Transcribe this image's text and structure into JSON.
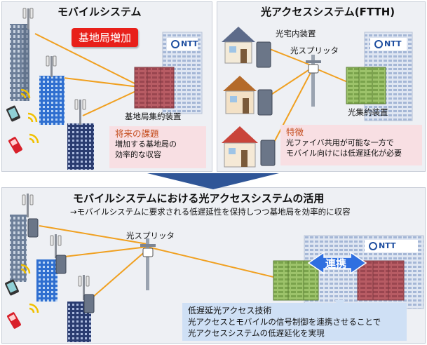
{
  "mobile": {
    "title": "モバイルシステム",
    "badge": "基地局増加",
    "aggregator_label": "基地局集約装置",
    "issue_head": "将来の課題",
    "issue_line1": "増加する基地局の",
    "issue_line2": "効率的な収容"
  },
  "ftth": {
    "title": "光アクセスシステム(FTTH)",
    "onu_label": "光宅内装置",
    "splitter_label": "光スプリッタ",
    "olt_label": "光集約装置",
    "feature_head": "特徴",
    "feature_line1": "光ファイバ共用が可能な一方で",
    "feature_line2": "モバイル向けには低遅延化が必要"
  },
  "bottom": {
    "title": "モバイルシステムにおける光アクセスシステムの活用",
    "subtitle": "→モバイルシステムに要求される低遅延性を保持しつつ基地局を効率的に収容",
    "splitter_label": "光スプリッタ",
    "renkei": "連携",
    "tech_head": "低遅延光アクセス技術",
    "tech_line1": "光アクセスとモバイルの信号制御を連携させることで",
    "tech_line2": "光アクセスシステムの低遅延化を実現"
  },
  "ntt_logo_text": "NTT",
  "colors": {
    "fiber": "#f0a020",
    "badge": "#e8201a",
    "arrow": "#2f5597",
    "bbu": "#b85c64",
    "olt": "#9dc36b",
    "issue_head": "#c44b1b"
  }
}
